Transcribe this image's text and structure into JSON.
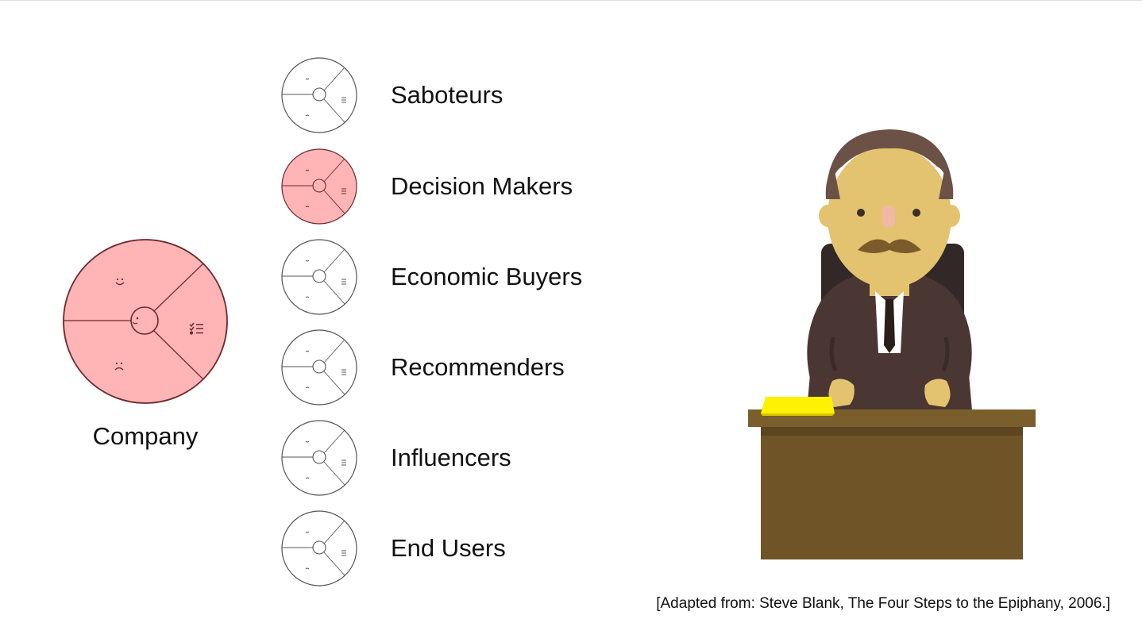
{
  "company": {
    "label": "Company",
    "fill_color": "#ffb4b6",
    "stroke_color": "#6b2a2c"
  },
  "roles": [
    {
      "label": "Saboteurs",
      "highlighted": false
    },
    {
      "label": "Decision Makers",
      "highlighted": true
    },
    {
      "label": "Economic Buyers",
      "highlighted": false
    },
    {
      "label": "Recommenders",
      "highlighted": false
    },
    {
      "label": "Influencers",
      "highlighted": false
    },
    {
      "label": "End Users",
      "highlighted": false
    }
  ],
  "icons": {
    "segment_icons": [
      "smile-icon",
      "checklist-icon",
      "frown-icon"
    ],
    "center_icon": "face-profile-icon"
  },
  "colors": {
    "highlight": "#ffb4b6",
    "outline": "#555555",
    "desk": "#6e5427",
    "desk_top": "#7a5e2c",
    "suit": "#4a3633",
    "skin": "#e3c36f",
    "hair": "#6b5146",
    "folder": "#fff200"
  },
  "citation": "[Adapted from: Steve Blank, The Four Steps to the Epiphany, 2006.]"
}
